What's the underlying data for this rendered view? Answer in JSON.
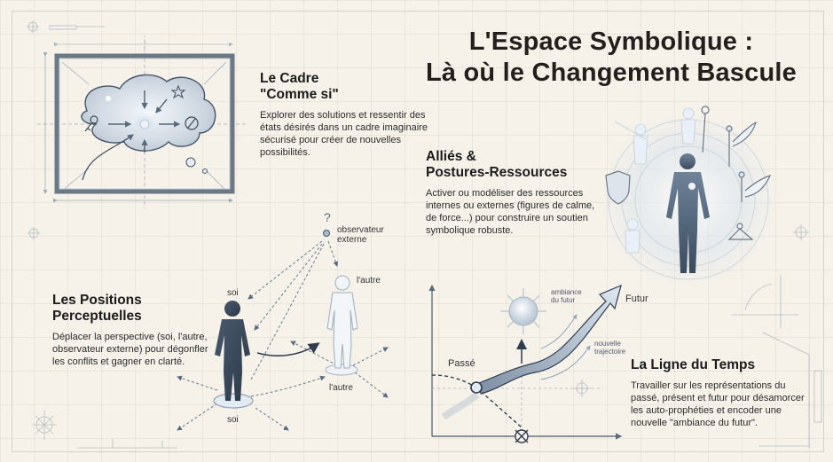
{
  "title": {
    "line1": "L'Espace Symbolique :",
    "line2": "Là où le Changement Bascule"
  },
  "sections": {
    "cadre": {
      "heading_line1": "Le Cadre",
      "heading_line2": "\"Comme si\"",
      "body": "Explorer des solutions et ressentir des états désirés dans un cadre imaginaire sécurisé pour créer de nouvelles possibilités.",
      "icons": [
        "frame-icon",
        "thought-cloud-icon",
        "key-icon",
        "star-icon",
        "compass-icon",
        "sparkle-icon"
      ]
    },
    "allies": {
      "heading_line1": "Alliés &",
      "heading_line2": "Postures-Ressources",
      "body": "Activer ou modéliser des ressources internes ou externes (figures de calme, de force...) pour construire un soutien symbolique robuste.",
      "icons": [
        "central-figure-icon",
        "shield-icon",
        "staff-icon",
        "winged-torch-icon",
        "winged-scepter-icon",
        "ally-figure-icon"
      ]
    },
    "positions": {
      "heading_line1": "Les Positions",
      "heading_line2": "Perceptuelles",
      "body": "Déplacer la perspective (soi, l'autre, observateur externe) pour dégonfler les conflits et gagner en clarté.",
      "labels": {
        "question": "?",
        "observer_line1": "observateur",
        "observer_line2": "externe",
        "self_top": "soi",
        "self_bottom": "soi",
        "other_top": "l'autre",
        "other_bottom": "l'autre"
      }
    },
    "timeline": {
      "heading": "La Ligne du Temps",
      "body": "Travailler sur les représentations du passé, présent et futur pour désamorcer les auto-prophéties et encoder une nouvelle \"ambiance du futur\".",
      "labels": {
        "past": "Passé",
        "future": "Futur",
        "ambiance_line1": "ambiance",
        "ambiance_line2": "du futur",
        "trajectory_line1": "nouvelle",
        "trajectory_line2": "trajectoire"
      }
    }
  },
  "colors": {
    "background": "#f6f2ea",
    "ink": "#1e1e1e",
    "slate": "#3d4b5c",
    "slate_light": "#8fa3b8",
    "glow": "#dbe5f0"
  }
}
